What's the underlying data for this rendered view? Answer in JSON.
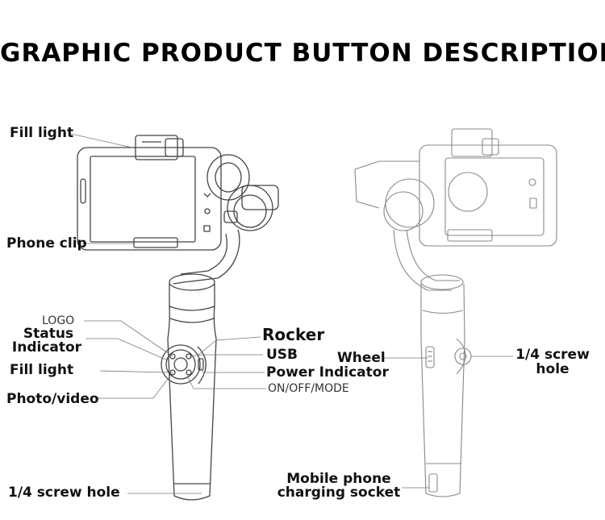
{
  "title": "GRAPHIC PRODUCT BUTTON DESCRIPTION",
  "labels": {
    "fill_light_top": "Fill light",
    "phone_clip": "Phone clip",
    "logo": "LOGO",
    "status_indicator_1": "Status",
    "status_indicator_2": "Indicator",
    "fill_light": "Fill light",
    "photo_video": "Photo/video",
    "screw_hole_left": "1/4 screw hole",
    "rocker": "Rocker",
    "usb": "USB",
    "power_indicator": "Power Indicator",
    "on_off_mode": "ON/OFF/MODE",
    "wheel": "Wheel",
    "screw_hole_right_1": "1/4 screw",
    "screw_hole_right_2": "hole",
    "charging_socket_1": "Mobile phone",
    "charging_socket_2": "charging socket"
  }
}
